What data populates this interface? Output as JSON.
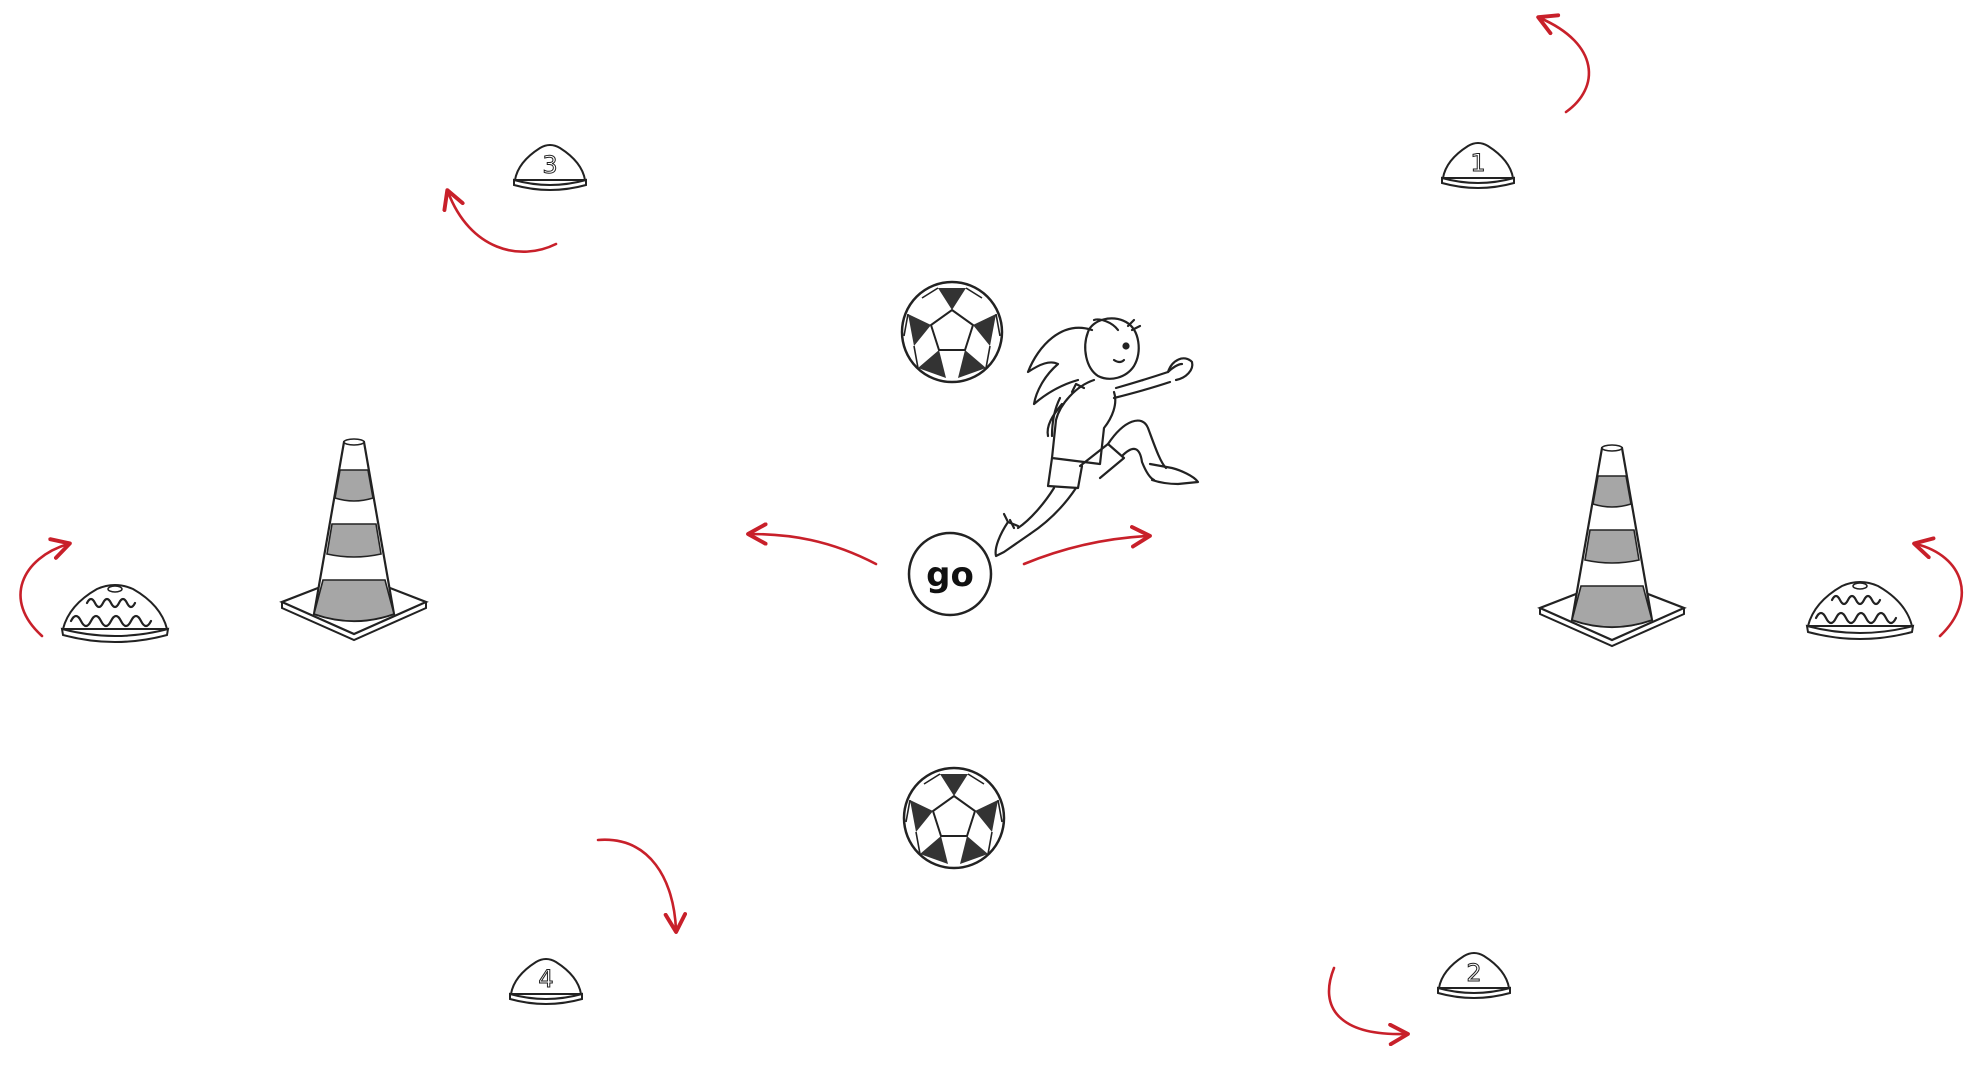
{
  "start_marker": {
    "label": "go"
  },
  "numbered_markers": [
    {
      "label": "1"
    },
    {
      "label": "2"
    },
    {
      "label": "3"
    },
    {
      "label": "4"
    }
  ],
  "icons": [
    "soccer-ball-icon",
    "traffic-cone-icon",
    "dome-marker-icon",
    "running-player-icon",
    "arrow-icon"
  ],
  "colors": {
    "arrow": "#c8202a",
    "line": "#222222",
    "cone_stripe": "#a6a6a6"
  }
}
